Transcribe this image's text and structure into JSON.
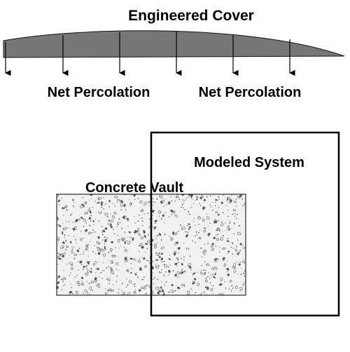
{
  "cover": {
    "title": "Engineered Cover",
    "fill_color": "#777777",
    "outline_color": "#111111",
    "arrow_count": 6
  },
  "percolation_labels": [
    {
      "text": "Net Percolation"
    },
    {
      "text": "Net Percolation"
    }
  ],
  "vault": {
    "label": "Concrete Vault",
    "fill_color": "#f1f1f1",
    "speckle_color": "#555555"
  },
  "modeled_system": {
    "label": "Modeled System",
    "border_color": "#000000"
  }
}
